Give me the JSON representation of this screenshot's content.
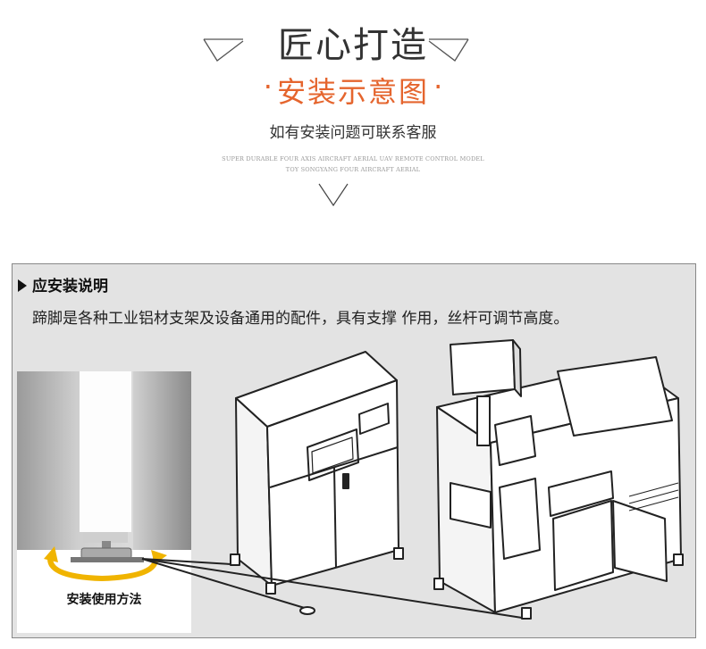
{
  "header": {
    "title": "匠心打造",
    "subtitle": "安装示意图",
    "dot_left": "·",
    "dot_right": "·",
    "service_note": "如有安装问题可联系客服",
    "english_line1": "SUPER DURABLE FOUR AXIS AIRCRAFT AERIAL UAV REMOTE CONTROL MODEL",
    "english_line2": "TOY SONGYANG FOUR AIRCRAFT AERIAL"
  },
  "panel": {
    "heading": "应安装说明",
    "description": "蹄脚是各种工业铝材支架及设备通用的配件，具有支撑 作用，丝杆可调节高度。",
    "photo_caption": "安装使用方法"
  },
  "colors": {
    "accent": "#e5652e",
    "panel_bg": "#e3e3e3",
    "arrow": "#f0b400"
  },
  "icons": {
    "heading_marker": "triangle-right-icon",
    "rotate_arrow": "rotate-arrow-icon",
    "chevron": "chevron-down-icon"
  }
}
